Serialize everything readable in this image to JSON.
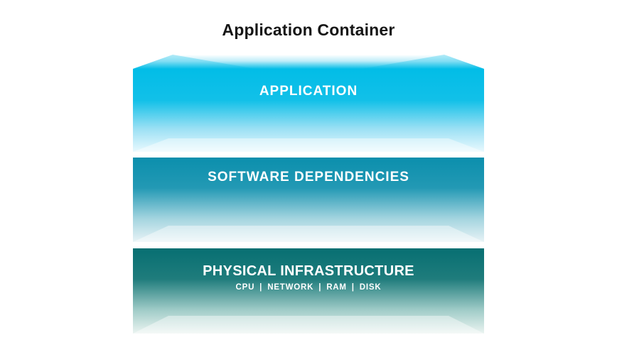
{
  "title": "Application Container",
  "stack": {
    "layers": [
      {
        "id": "application",
        "label": "APPLICATION",
        "color_top": "#02BDE7",
        "color_fade": "#E9F9FE",
        "lid_top_color": "#FFFFFF"
      },
      {
        "id": "software-dependencies",
        "label": "SOFTWARE DEPENDENCIES",
        "color_top": "#0B8FAD",
        "color_fade": "#E8F3F6"
      },
      {
        "id": "physical-infrastructure",
        "label": "PHYSICAL INFRASTRUCTURE",
        "sublabel": "CPU | NETWORK | RAM | DISK",
        "color_top": "#076F72",
        "color_fade": "#EBF4F1"
      }
    ]
  }
}
